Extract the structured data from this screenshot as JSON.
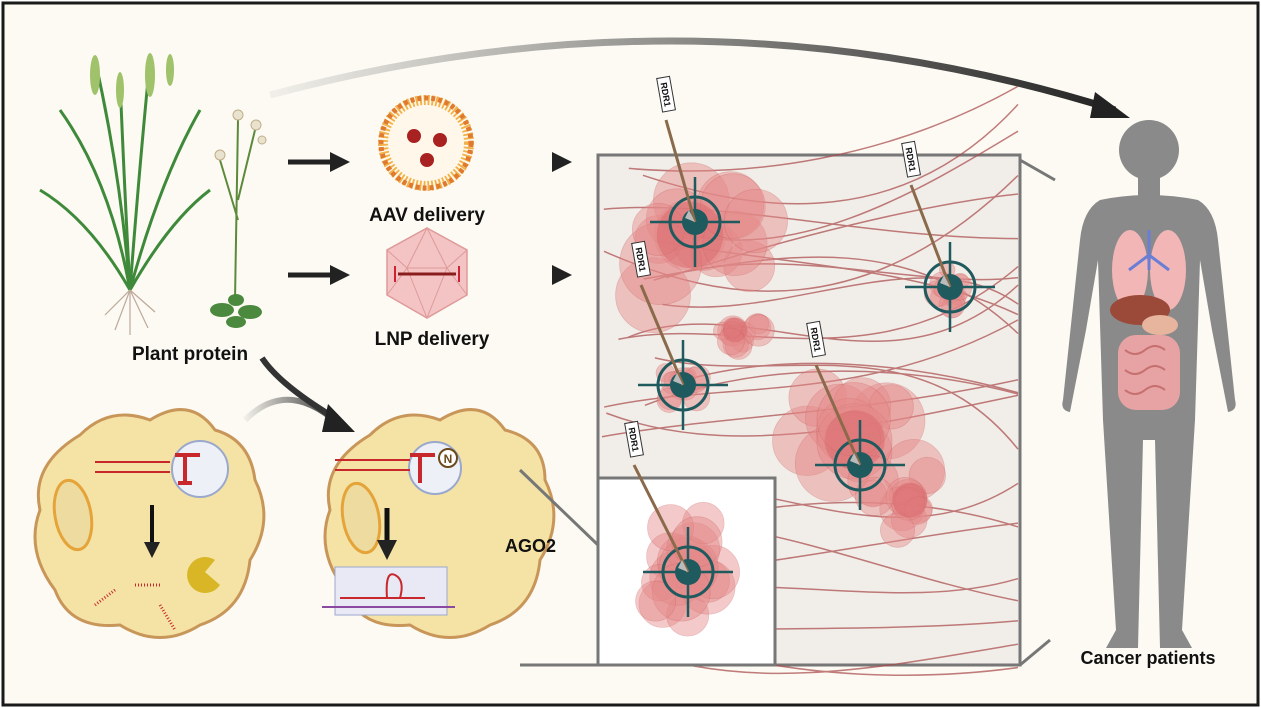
{
  "labels": {
    "plant_protein": "Plant protein",
    "aav_delivery": "AAV delivery",
    "lnp_delivery": "LNP delivery",
    "ago2": "AGO2",
    "cancer_patients": "Cancer patients",
    "n_mark": "N",
    "rdr1": [
      "RDR1",
      "RDR1",
      "RDR1",
      "RDR1",
      "RDR1"
    ]
  },
  "colors": {
    "background": "#fcfaf3",
    "frame": "#1a1a1a",
    "tumor_box": "#f1ede8",
    "tumor": "#e58a8a",
    "target": "#1f5a5e",
    "cell": "#f5e3a6",
    "cell_outline": "#c9965a",
    "rna": "#c8282b",
    "human": "#8a8a8a",
    "arrow": "#222222"
  }
}
